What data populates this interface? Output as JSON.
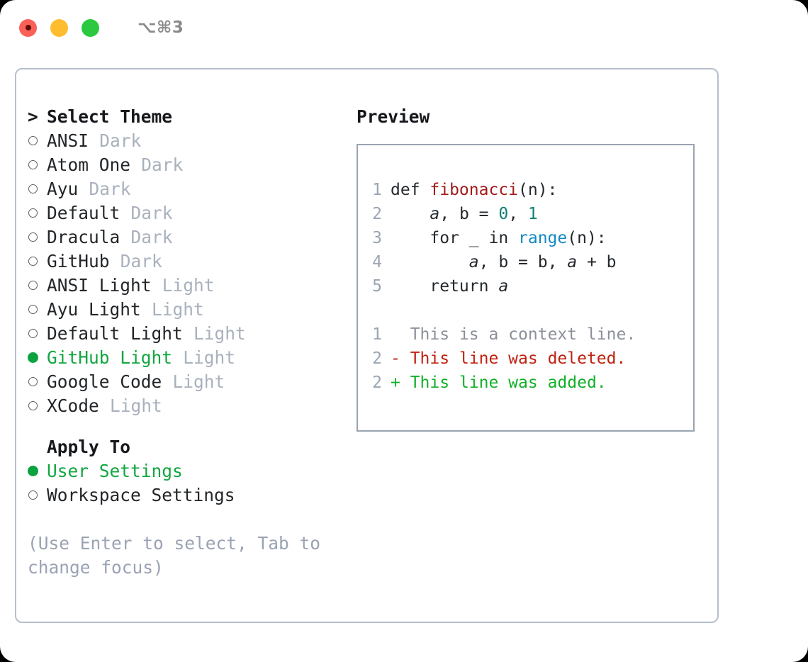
{
  "window": {
    "shortcut_label": "⌥⌘3",
    "traffic_lights": [
      "close",
      "minimize",
      "zoom"
    ]
  },
  "left_pane": {
    "heading": {
      "marker": ">",
      "label": "Select Theme"
    },
    "themes": [
      {
        "name": "ANSI",
        "kind": "Dark",
        "selected": false
      },
      {
        "name": "Atom One",
        "kind": "Dark",
        "selected": false
      },
      {
        "name": "Ayu",
        "kind": "Dark",
        "selected": false
      },
      {
        "name": "Default",
        "kind": "Dark",
        "selected": false
      },
      {
        "name": "Dracula",
        "kind": "Dark",
        "selected": false
      },
      {
        "name": "GitHub",
        "kind": "Dark",
        "selected": false
      },
      {
        "name": "ANSI Light",
        "kind": "Light",
        "selected": false
      },
      {
        "name": "Ayu Light",
        "kind": "Light",
        "selected": false
      },
      {
        "name": "Default Light",
        "kind": "Light",
        "selected": false
      },
      {
        "name": "GitHub Light",
        "kind": "Light",
        "selected": true
      },
      {
        "name": "Google Code",
        "kind": "Light",
        "selected": false
      },
      {
        "name": "XCode",
        "kind": "Light",
        "selected": false
      }
    ],
    "apply_to": {
      "heading": "Apply To",
      "options": [
        {
          "label": "User Settings",
          "selected": true
        },
        {
          "label": "Workspace Settings",
          "selected": false
        }
      ]
    },
    "hint": "(Use Enter to select, Tab to change focus)"
  },
  "right_pane": {
    "title": "Preview",
    "code_lines": [
      {
        "no": "1",
        "parts": [
          {
            "t": "def ",
            "c": "plain"
          },
          {
            "t": "fibonacci",
            "c": "func"
          },
          {
            "t": "(n):",
            "c": "plain"
          }
        ]
      },
      {
        "no": "2",
        "parts": [
          {
            "t": "    ",
            "c": "plain"
          },
          {
            "t": "a",
            "c": "var"
          },
          {
            "t": ", ",
            "c": "plain"
          },
          {
            "t": "b",
            "c": "plain"
          },
          {
            "t": " = ",
            "c": "plain"
          },
          {
            "t": "0",
            "c": "num"
          },
          {
            "t": ", ",
            "c": "plain"
          },
          {
            "t": "1",
            "c": "num"
          }
        ]
      },
      {
        "no": "3",
        "parts": [
          {
            "t": "    for _ in ",
            "c": "plain"
          },
          {
            "t": "range",
            "c": "call"
          },
          {
            "t": "(n):",
            "c": "plain"
          }
        ]
      },
      {
        "no": "4",
        "parts": [
          {
            "t": "        ",
            "c": "plain"
          },
          {
            "t": "a",
            "c": "var"
          },
          {
            "t": ", b = b, ",
            "c": "plain"
          },
          {
            "t": "a",
            "c": "var"
          },
          {
            "t": " + b",
            "c": "plain"
          }
        ]
      },
      {
        "no": "5",
        "parts": [
          {
            "t": "    return ",
            "c": "plain"
          },
          {
            "t": "a",
            "c": "var"
          }
        ]
      }
    ],
    "diff_lines": [
      {
        "no": "1",
        "marker": " ",
        "text": "This is a context line.",
        "kind": "context"
      },
      {
        "no": "2",
        "marker": "-",
        "text": "This line was deleted.",
        "kind": "deleted"
      },
      {
        "no": "2",
        "marker": "+",
        "text": "This line was added.",
        "kind": "added"
      }
    ]
  },
  "colors": {
    "accent_green": "#11a63f",
    "muted": "#a9b1bd",
    "hint": "#9aa3b4",
    "border": "#b6bfcc",
    "preview_border": "#9aa4b2",
    "syntax_function": "#a01c1c",
    "syntax_number": "#0f8174",
    "syntax_call": "#1589c4",
    "diff_deleted": "#c0200f",
    "diff_added": "#12b028",
    "diff_context": "#8b9099"
  }
}
